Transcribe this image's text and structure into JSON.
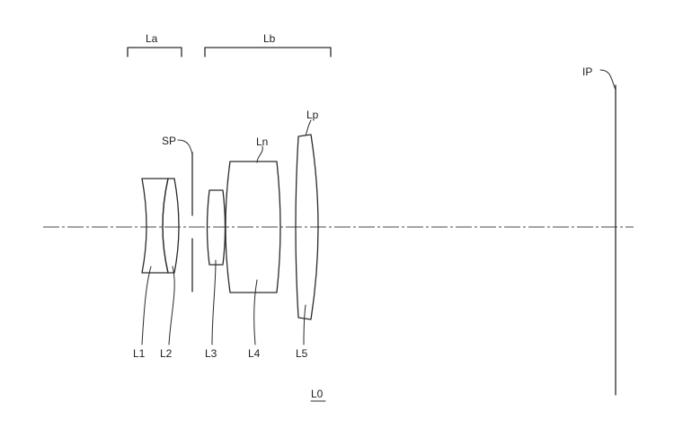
{
  "labels": {
    "group_a": "La",
    "group_b": "Lb",
    "image_plane": "IP",
    "stop": "SP",
    "negative_lens": "Ln",
    "positive_lens": "Lp",
    "lens1": "L1",
    "lens2": "L2",
    "lens3": "L3",
    "lens4": "L4",
    "lens5": "L5",
    "system": "L0"
  }
}
